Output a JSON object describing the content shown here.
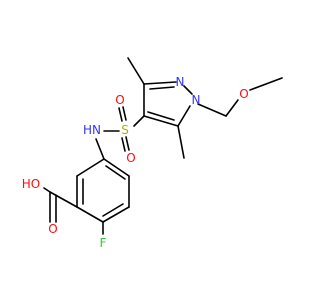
{
  "molecule": {
    "atom_labels": {
      "N_pyrazole_upper": "N",
      "N_pyrazole_lower": "N",
      "O_ether": "O",
      "S_sulfonyl": "S",
      "O_sulfonyl_top": "O",
      "O_sulfonyl_bottom": "O",
      "NH_sulfonamide": "HN",
      "O_carbonyl": "O",
      "OH_carboxyl": "HO",
      "F_fluoro": "F"
    },
    "colors": {
      "nitrogen": "#3333ff",
      "oxygen": "#ff0d0d",
      "sulfur": "#b2b200",
      "fluorine": "#33cc33",
      "carbon": "#000000"
    }
  }
}
